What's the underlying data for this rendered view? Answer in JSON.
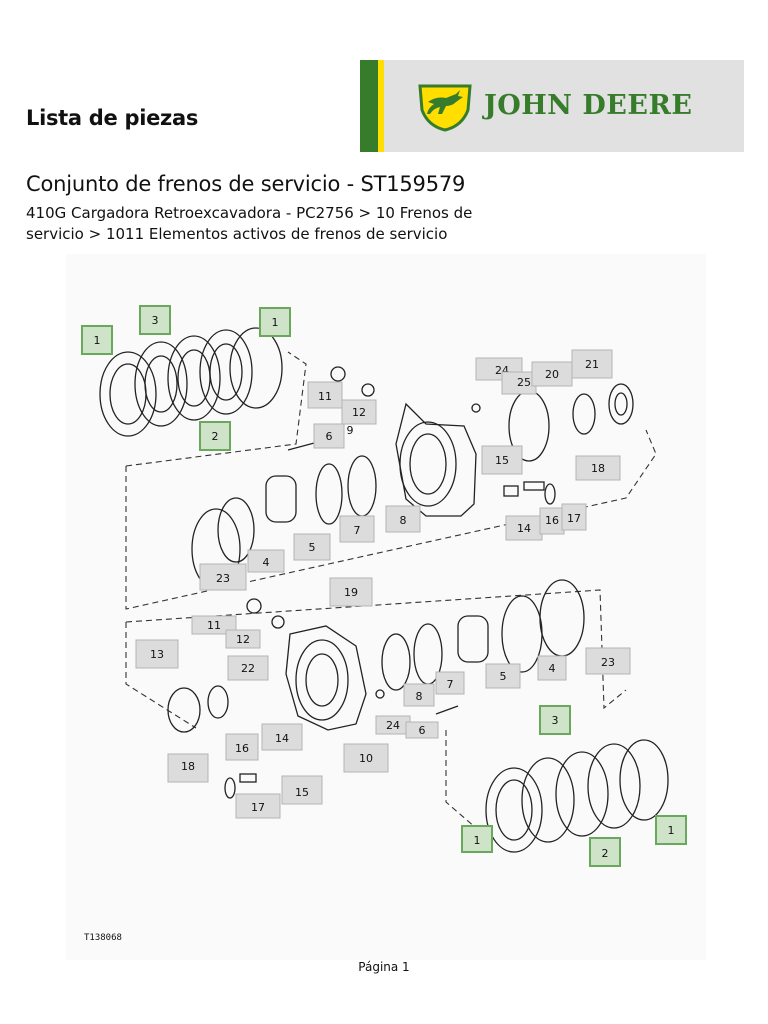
{
  "header": {
    "title": "Lista de piezas",
    "brand_name": "JOHN DEERE",
    "brand_colors": {
      "green": "#367c2b",
      "yellow": "#ffde00"
    },
    "logo_icon": "leaping-deer-logo-icon"
  },
  "document": {
    "heading": "Conjunto de frenos de servicio - ST159579",
    "path_line1": "410G Cargadora Retroexcavadora - PC2756 > 10 Frenos de",
    "path_line2": "servicio > 1011 Elementos activos de frenos de servicio"
  },
  "diagram": {
    "figure_id": "T138068",
    "callouts_top": [
      "1",
      "3",
      "1",
      "2",
      "11",
      "12",
      "6",
      "9",
      "24",
      "25",
      "20",
      "21",
      "15",
      "18",
      "14",
      "16",
      "17",
      "23",
      "4",
      "5",
      "7",
      "8"
    ],
    "callouts_bottom": [
      "19",
      "11",
      "12",
      "13",
      "22",
      "8",
      "7",
      "5",
      "4",
      "23",
      "24",
      "6",
      "10",
      "16",
      "14",
      "18",
      "17",
      "15",
      "3",
      "1",
      "2",
      "1"
    ]
  },
  "footer": {
    "page_label": "Página 1"
  }
}
